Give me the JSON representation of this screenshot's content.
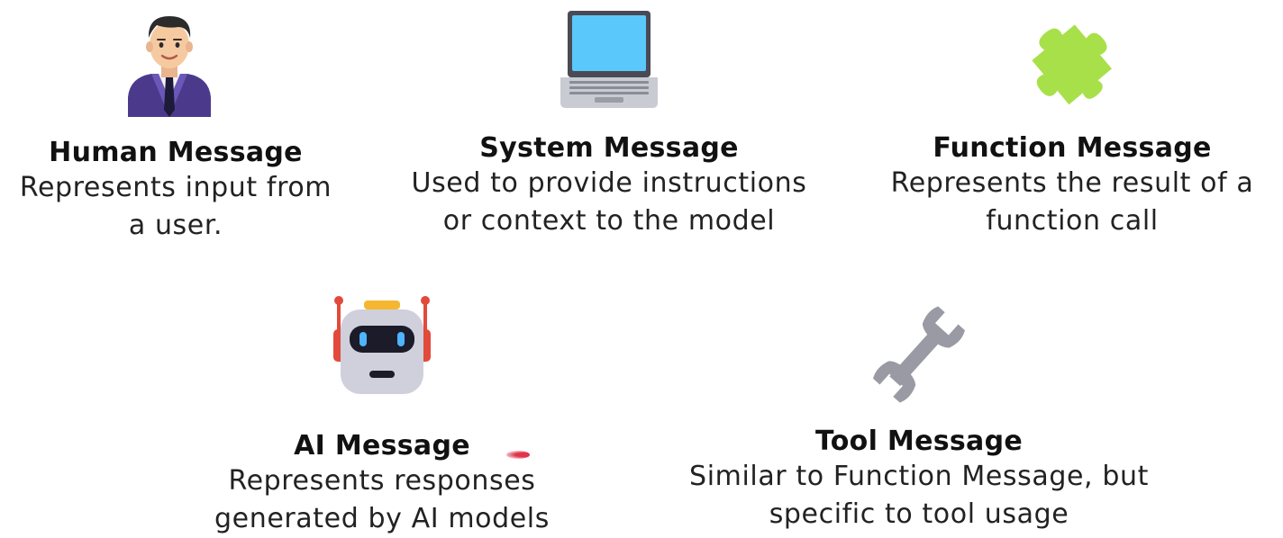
{
  "cards": {
    "human": {
      "icon": "businessman-icon",
      "title": "Human Message",
      "lines": [
        "Represents input from",
        "a user."
      ]
    },
    "system": {
      "icon": "laptop-icon",
      "title": "System Message",
      "lines": [
        "Used to provide instructions",
        "or context to the model"
      ]
    },
    "function": {
      "icon": "puzzle-piece-icon",
      "title": "Function Message",
      "lines": [
        "Represents the result of a",
        "function call"
      ]
    },
    "ai": {
      "icon": "robot-icon",
      "title": "AI Message",
      "lines": [
        "Represents responses",
        "generated by AI models"
      ]
    },
    "tool": {
      "icon": "wrench-icon",
      "title": "Tool Message",
      "lines": [
        "Similar to Function Message, but",
        "specific to tool usage"
      ]
    }
  },
  "colors": {
    "puzzle": "#a8e04a",
    "laptop_screen": "#5ac8fa",
    "suit": "#4b3a8c",
    "robot_body": "#cfd0dc",
    "robot_antenna": "#e24a3b",
    "pointer": "#e0344a"
  }
}
